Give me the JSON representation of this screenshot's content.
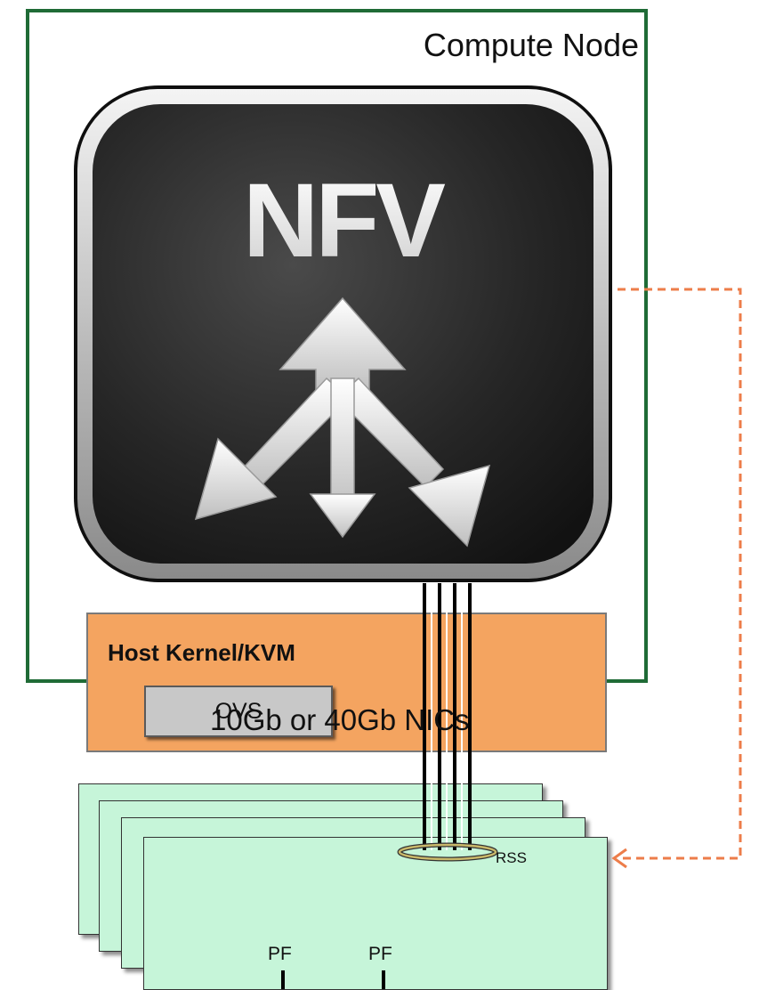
{
  "compute_node": {
    "title": "Compute Node"
  },
  "nfv_tile": {
    "logo_text": "NFV",
    "icon": "three-way-arrow-icon"
  },
  "host": {
    "title": "Host Kernel/KVM",
    "ovs_label": "OVS"
  },
  "nics": {
    "label": "10Gb or 40Gb NICs",
    "pf_left": "PF",
    "pf_right": "PF",
    "rss_label": "RSS",
    "stack_count": 4
  },
  "colors": {
    "frame_green": "#1f6b36",
    "host_orange": "#f4a460",
    "ovs_gray": "#c8c8c8",
    "nic_green": "#c6f5d9",
    "dashed_orange": "#ed7d4a",
    "rss_ring": "#c9b86a"
  }
}
